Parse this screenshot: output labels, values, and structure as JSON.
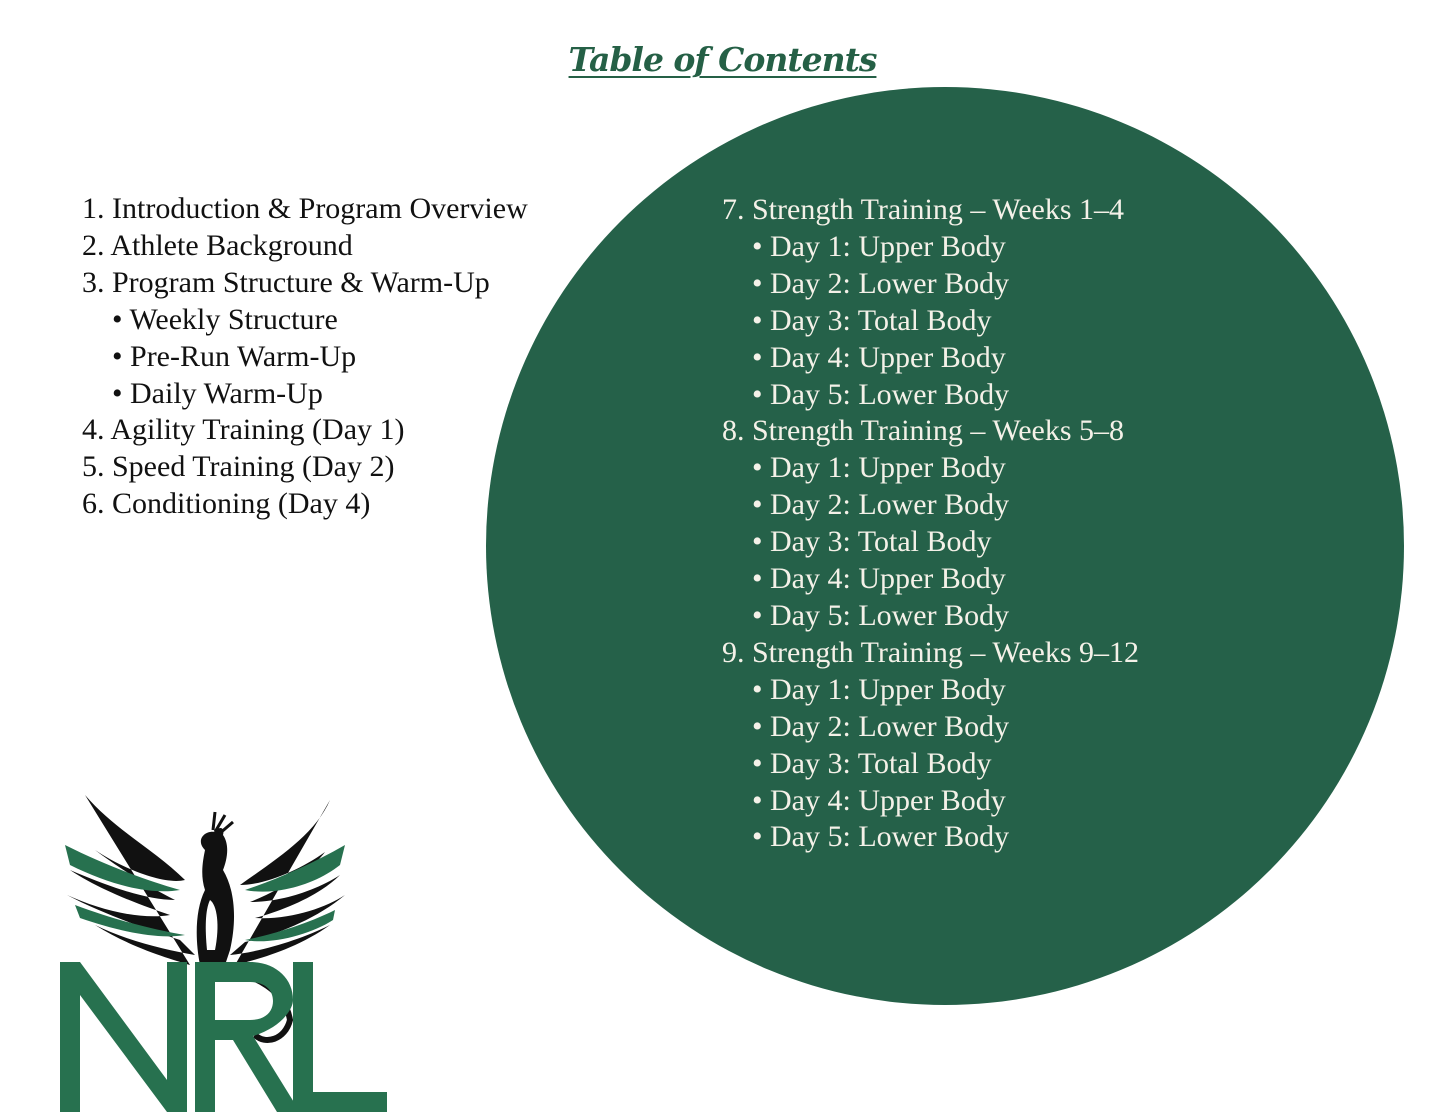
{
  "title": "Table of Contents",
  "colors": {
    "brand_green": "#256149",
    "text_dark": "#111111",
    "text_light": "#f4f1e8"
  },
  "left_column": [
    {
      "label": "1. Introduction & Program Overview",
      "level": 0
    },
    {
      "label": "2. Athlete Background",
      "level": 0
    },
    {
      "label": "3. Program Structure & Warm-Up",
      "level": 0
    },
    {
      "label": "• Weekly Structure",
      "level": 1
    },
    {
      "label": "• Pre-Run Warm-Up",
      "level": 1
    },
    {
      "label": "• Daily Warm-Up",
      "level": 1
    },
    {
      "label": "4. Agility Training (Day 1)",
      "level": 0
    },
    {
      "label": "5. Speed Training (Day 2)",
      "level": 0
    },
    {
      "label": "6. Conditioning (Day 4)",
      "level": 0
    }
  ],
  "right_column": [
    {
      "label": "7. Strength Training – Weeks 1–4",
      "level": 0
    },
    {
      "label": "• Day 1: Upper Body",
      "level": 1
    },
    {
      "label": "• Day 2: Lower Body",
      "level": 1
    },
    {
      "label": "• Day 3: Total Body",
      "level": 1
    },
    {
      "label": "• Day 4: Upper Body",
      "level": 1
    },
    {
      "label": "• Day 5: Lower Body",
      "level": 1
    },
    {
      "label": "8. Strength Training – Weeks 5–8",
      "level": 0
    },
    {
      "label": "• Day 1: Upper Body",
      "level": 1
    },
    {
      "label": "• Day 2: Lower Body",
      "level": 1
    },
    {
      "label": "• Day 3: Total Body",
      "level": 1
    },
    {
      "label": "• Day 4: Upper Body",
      "level": 1
    },
    {
      "label": "• Day 5: Lower Body",
      "level": 1
    },
    {
      "label": "9. Strength Training – Weeks 9–12",
      "level": 0
    },
    {
      "label": "• Day 1: Upper Body",
      "level": 1
    },
    {
      "label": "• Day 2: Lower Body",
      "level": 1
    },
    {
      "label": "• Day 3: Total Body",
      "level": 1
    },
    {
      "label": "• Day 4: Upper Body",
      "level": 1
    },
    {
      "label": "• Day 5: Lower Body",
      "level": 1
    }
  ],
  "logo": {
    "text": "NRL",
    "icon": "phoenix-logo-icon"
  }
}
